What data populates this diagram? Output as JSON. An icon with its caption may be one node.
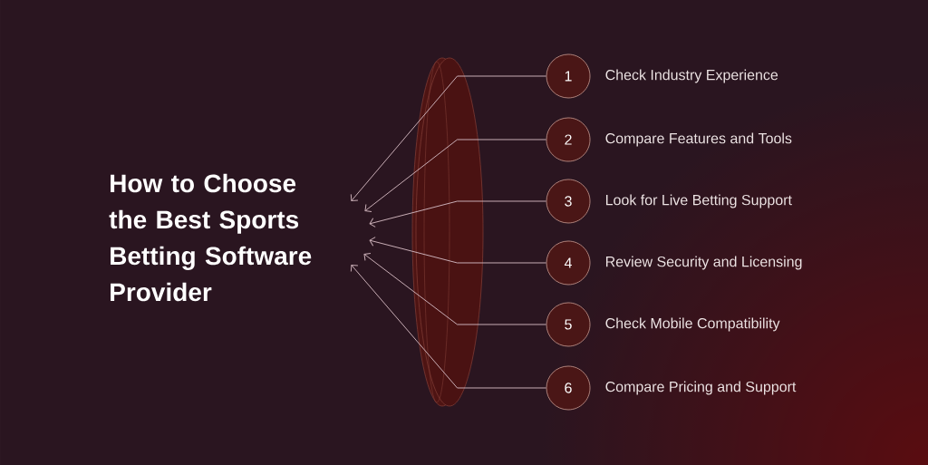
{
  "diagram": {
    "nodes": [
      {
        "text": [
          "How to Choose the Best Sports Betting Software Provider"
        ]
      },
      {
        "text": [
          "1"
        ],
        "beside": [
          "Check Industry Experience"
        ]
      },
      {
        "text": [
          "2"
        ],
        "beside": [
          "Compare Features and Tools"
        ]
      },
      {
        "text": [
          "3"
        ],
        "beside": [
          "Look for Live Betting Support"
        ]
      },
      {
        "text": [
          "4"
        ],
        "beside": [
          "Review Security and Licensing"
        ]
      },
      {
        "text": [
          "5"
        ],
        "beside": [
          "Check Mobile Compatibility"
        ]
      },
      {
        "text": [
          "6"
        ],
        "beside": [
          "Compare Pricing and Support"
        ]
      }
    ],
    "edges": [
      {
        "from": 1,
        "to": 0,
        "arrow": "to"
      },
      {
        "from": 2,
        "to": 0,
        "arrow": "to"
      },
      {
        "from": 3,
        "to": 0,
        "arrow": "to"
      },
      {
        "from": 4,
        "to": 0,
        "arrow": "to"
      },
      {
        "from": 5,
        "to": 0,
        "arrow": "to"
      },
      {
        "from": 6,
        "to": 0,
        "arrow": "to"
      }
    ]
  }
}
